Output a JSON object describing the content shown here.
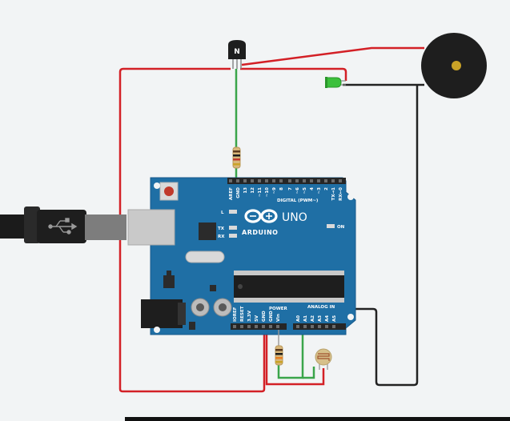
{
  "transistor": {
    "label": "N"
  },
  "board": {
    "brand": "ARDUINO",
    "model": "UNO",
    "digital_header": "DIGITAL (PWM~)",
    "power_header": "POWER",
    "analog_header": "ANALOG IN",
    "on_label": "ON",
    "l_label": "L",
    "tx_label": "TX",
    "rx_label": "RX",
    "digital_pins": [
      "AREF",
      "GND",
      "13",
      "12",
      "~11",
      "~10",
      "~9",
      "8",
      "7",
      "~6",
      "~5",
      "4",
      "~3",
      "2",
      "TX→1",
      "RX←0"
    ],
    "power_pins": [
      "IOREF",
      "RESET",
      "3.3V",
      "5V",
      "GND",
      "GND",
      "Vin"
    ],
    "analog_pins": [
      "A0",
      "A1",
      "A2",
      "A3",
      "A4",
      "A5"
    ]
  },
  "colors": {
    "wire_red": "#d32026",
    "wire_green": "#3aa54a",
    "wire_black": "#222222",
    "board_blue": "#1f6fa5",
    "led_green": "#3cc03c"
  }
}
